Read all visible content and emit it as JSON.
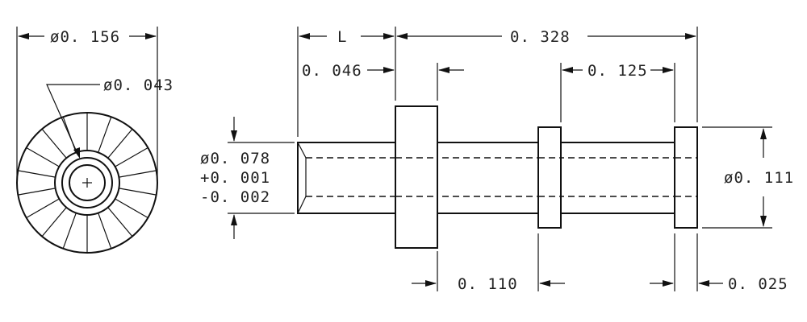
{
  "dimensions": {
    "end_view_outer_dia": "ø0. 156",
    "end_view_inner_dia": "ø0. 043",
    "length_l": "L",
    "overall_length": "0. 328",
    "first_offset": "0. 046",
    "collar_spacing": "0. 125",
    "bore_dia": "ø0. 078",
    "bore_tol_plus": "+0. 001",
    "bore_tol_minus": "-0. 002",
    "flange_dia": "ø0. 111",
    "groove_width": "0. 110",
    "end_flange_width": "0. 025"
  },
  "colors": {
    "line": "#111111",
    "text": "#222222",
    "background": "#ffffff"
  }
}
